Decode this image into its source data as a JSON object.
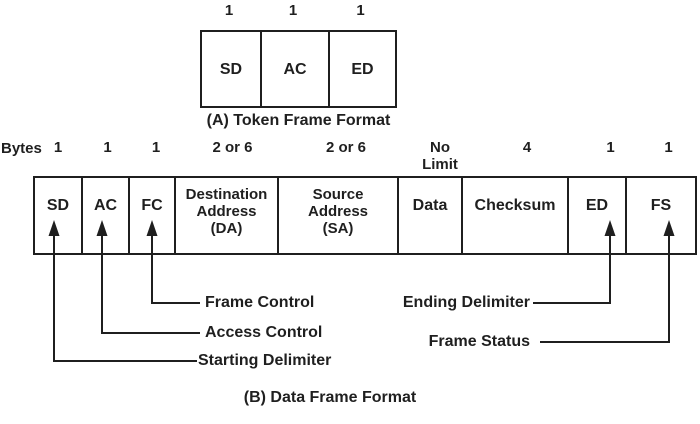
{
  "colors": {
    "ink": "#1f1f1f",
    "background": "#ffffff"
  },
  "token_frame": {
    "byte_counts": [
      "1",
      "1",
      "1"
    ],
    "cells": [
      "SD",
      "AC",
      "ED"
    ],
    "caption": "(A) Token Frame Format"
  },
  "data_frame": {
    "bytes_word": "Bytes",
    "byte_counts": [
      "1",
      "1",
      "1",
      "2 or 6",
      "2 or 6",
      [
        "No",
        "Limit"
      ],
      "4",
      "1",
      "1"
    ],
    "cells": [
      "SD",
      "AC",
      "FC",
      [
        "Destination",
        "Address",
        "(DA)"
      ],
      [
        "Source",
        "Address",
        "(SA)"
      ],
      "Data",
      "Checksum",
      "ED",
      "FS"
    ],
    "caption": "(B) Data Frame Format"
  },
  "callouts": {
    "frame_control": "Frame Control",
    "access_control": "Access Control",
    "starting_delimiter": "Starting Delimiter",
    "ending_delimiter": "Ending Delimiter",
    "frame_status": "Frame Status"
  }
}
